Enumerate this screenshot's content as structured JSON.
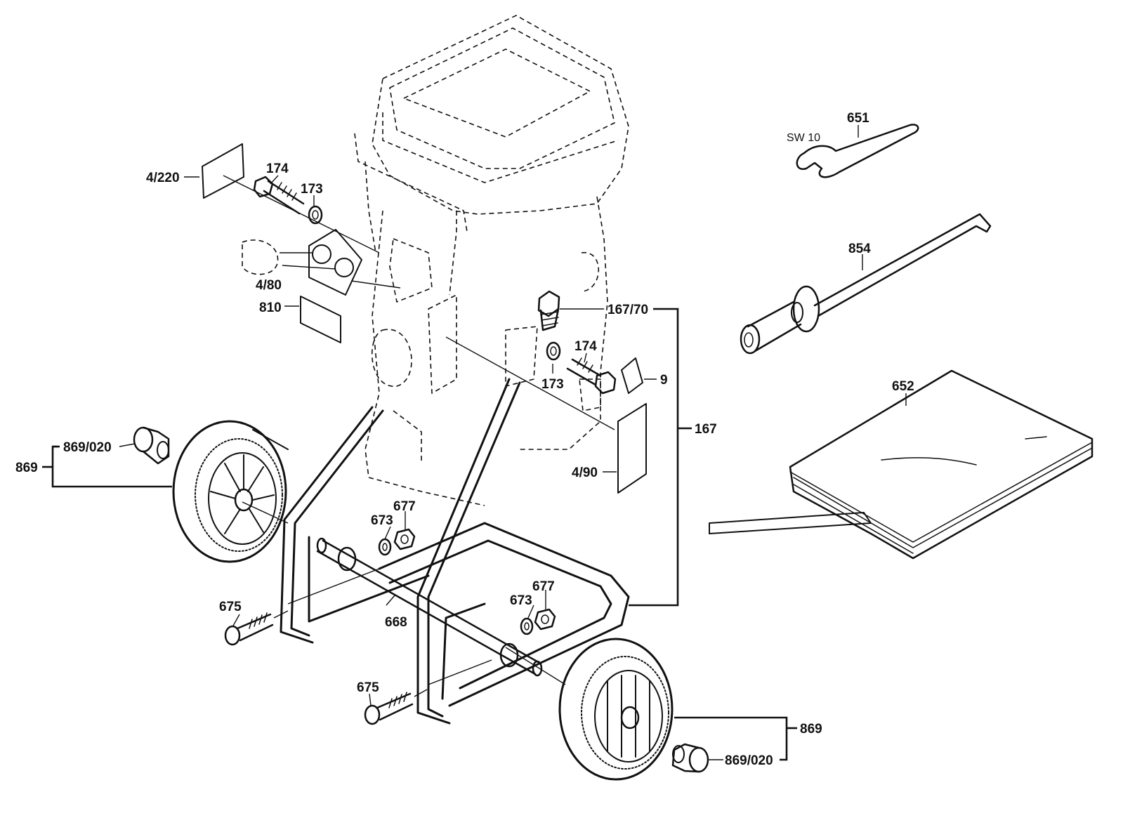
{
  "labels": {
    "l_4_220": "4/220",
    "l_174_top": "174",
    "l_173_top": "173",
    "l_4_80": "4/80",
    "l_810": "810",
    "l_167_70": "167/70",
    "l_174_mid": "174",
    "l_173_mid": "173",
    "l_9": "9",
    "l_167": "167",
    "l_4_90": "4/90",
    "l_651": "651",
    "l_sw10": "SW 10",
    "l_854": "854",
    "l_652": "652",
    "l_869_left": "869",
    "l_869_020_left": "869/020",
    "l_677_left": "677",
    "l_673_left": "673",
    "l_668": "668",
    "l_675_left": "675",
    "l_677_right": "677",
    "l_673_right": "673",
    "l_675_right": "675",
    "l_869_right": "869",
    "l_869_020_right": "869/020"
  }
}
